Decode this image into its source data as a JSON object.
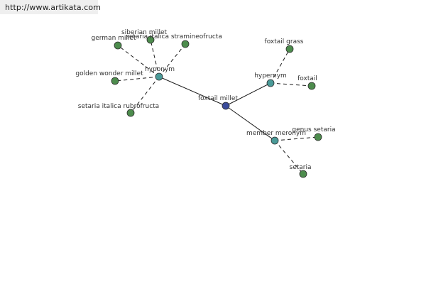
{
  "watermark": "http://www.artikata.com",
  "graph": {
    "colors": {
      "center": "#3a4b9a",
      "hub": "#4a9a98",
      "leaf": "#4d8c4d",
      "node_stroke": "#2e2e2e",
      "edge": "#1a1a1a"
    },
    "nodes": {
      "foxtail_millet": {
        "label": "foxtail millet",
        "kind": "center"
      },
      "hyponym": {
        "label": "hyponym",
        "kind": "hub"
      },
      "hypernym": {
        "label": "hypernym",
        "kind": "hub"
      },
      "member_meronym": {
        "label": "member meronym",
        "kind": "hub"
      },
      "german_millet": {
        "label": "german millet",
        "kind": "leaf"
      },
      "siberian_millet": {
        "label": "siberian millet",
        "kind": "leaf"
      },
      "stramineofructa": {
        "label": "setaria italica stramineofructa",
        "kind": "leaf"
      },
      "golden_wonder": {
        "label": "golden wonder millet",
        "kind": "leaf"
      },
      "rubrofructa": {
        "label": "setaria italica rubrofructa",
        "kind": "leaf"
      },
      "foxtail_grass": {
        "label": "foxtail grass",
        "kind": "leaf"
      },
      "foxtail": {
        "label": "foxtail",
        "kind": "leaf"
      },
      "genus_setaria": {
        "label": "genus setaria",
        "kind": "leaf"
      },
      "setaria": {
        "label": "setaria",
        "kind": "leaf"
      }
    },
    "edges": [
      {
        "from": "foxtail_millet",
        "to": "hyponym",
        "style": "solid"
      },
      {
        "from": "foxtail_millet",
        "to": "hypernym",
        "style": "solid"
      },
      {
        "from": "foxtail_millet",
        "to": "member_meronym",
        "style": "solid"
      },
      {
        "from": "hyponym",
        "to": "german_millet",
        "style": "dashed"
      },
      {
        "from": "hyponym",
        "to": "siberian_millet",
        "style": "dashed"
      },
      {
        "from": "hyponym",
        "to": "stramineofructa",
        "style": "dashed"
      },
      {
        "from": "hyponym",
        "to": "golden_wonder",
        "style": "dashed"
      },
      {
        "from": "hyponym",
        "to": "rubrofructa",
        "style": "dashed"
      },
      {
        "from": "hypernym",
        "to": "foxtail_grass",
        "style": "dashed"
      },
      {
        "from": "hypernym",
        "to": "foxtail",
        "style": "dashed"
      },
      {
        "from": "member_meronym",
        "to": "genus_setaria",
        "style": "dashed"
      },
      {
        "from": "member_meronym",
        "to": "setaria",
        "style": "dashed"
      }
    ]
  }
}
